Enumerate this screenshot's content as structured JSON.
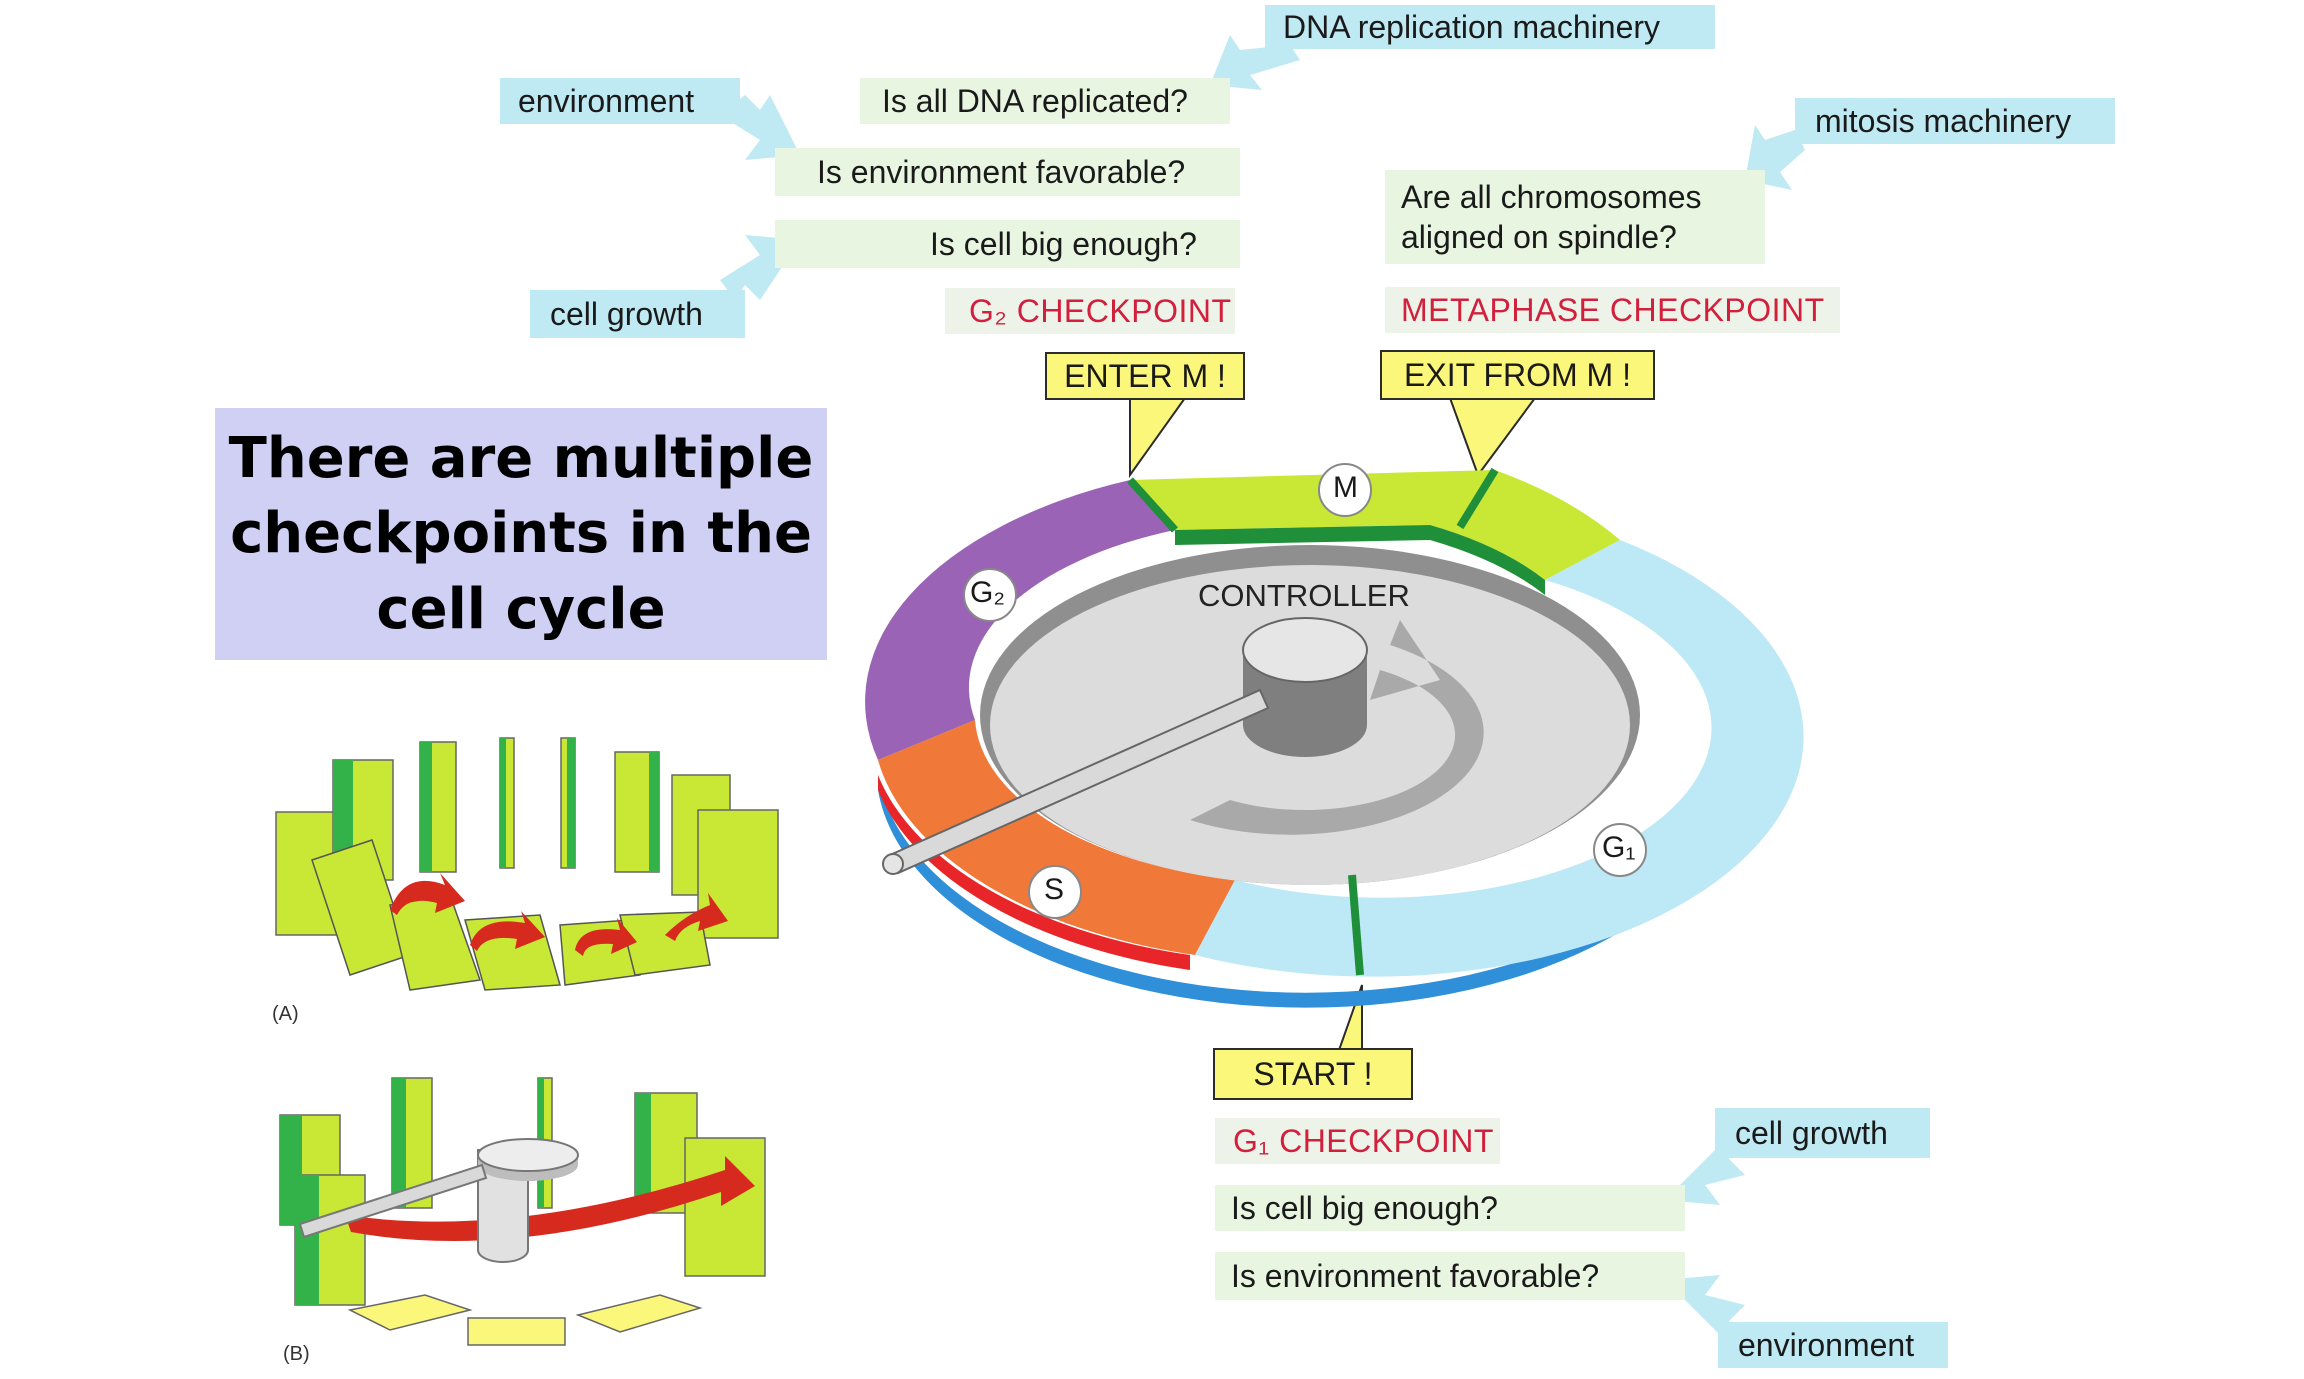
{
  "title": "There are multiple checkpoints in the cell cycle",
  "g2": {
    "questions": [
      "Is all DNA replicated?",
      "Is environment favorable?",
      "Is cell big enough?"
    ],
    "inputs": [
      "DNA replication machinery",
      "environment",
      "cell growth"
    ],
    "checkpoint": "G₂ CHECKPOINT",
    "signal": "ENTER M !"
  },
  "metaphase": {
    "questions": [
      "Are all chromosomes",
      "aligned on spindle?"
    ],
    "input": "mitosis machinery",
    "checkpoint": "METAPHASE CHECKPOINT",
    "signal": "EXIT FROM M !"
  },
  "g1": {
    "questions": [
      "Is cell big enough?",
      "Is environment favorable?"
    ],
    "inputs": [
      "cell growth",
      "environment"
    ],
    "checkpoint": "G₁ CHECKPOINT",
    "signal": "START !"
  },
  "wheel": {
    "center_label": "CONTROLLER",
    "phases": [
      "M",
      "G₂",
      "S",
      "G₁"
    ],
    "colors": {
      "M": "#c8e835",
      "G2": "#9b63b5",
      "S": "#f07838",
      "G1": "#bde8f6",
      "checkpoint": "#1f8f3a"
    }
  },
  "panels": {
    "a": "(A)",
    "b": "(B)"
  }
}
